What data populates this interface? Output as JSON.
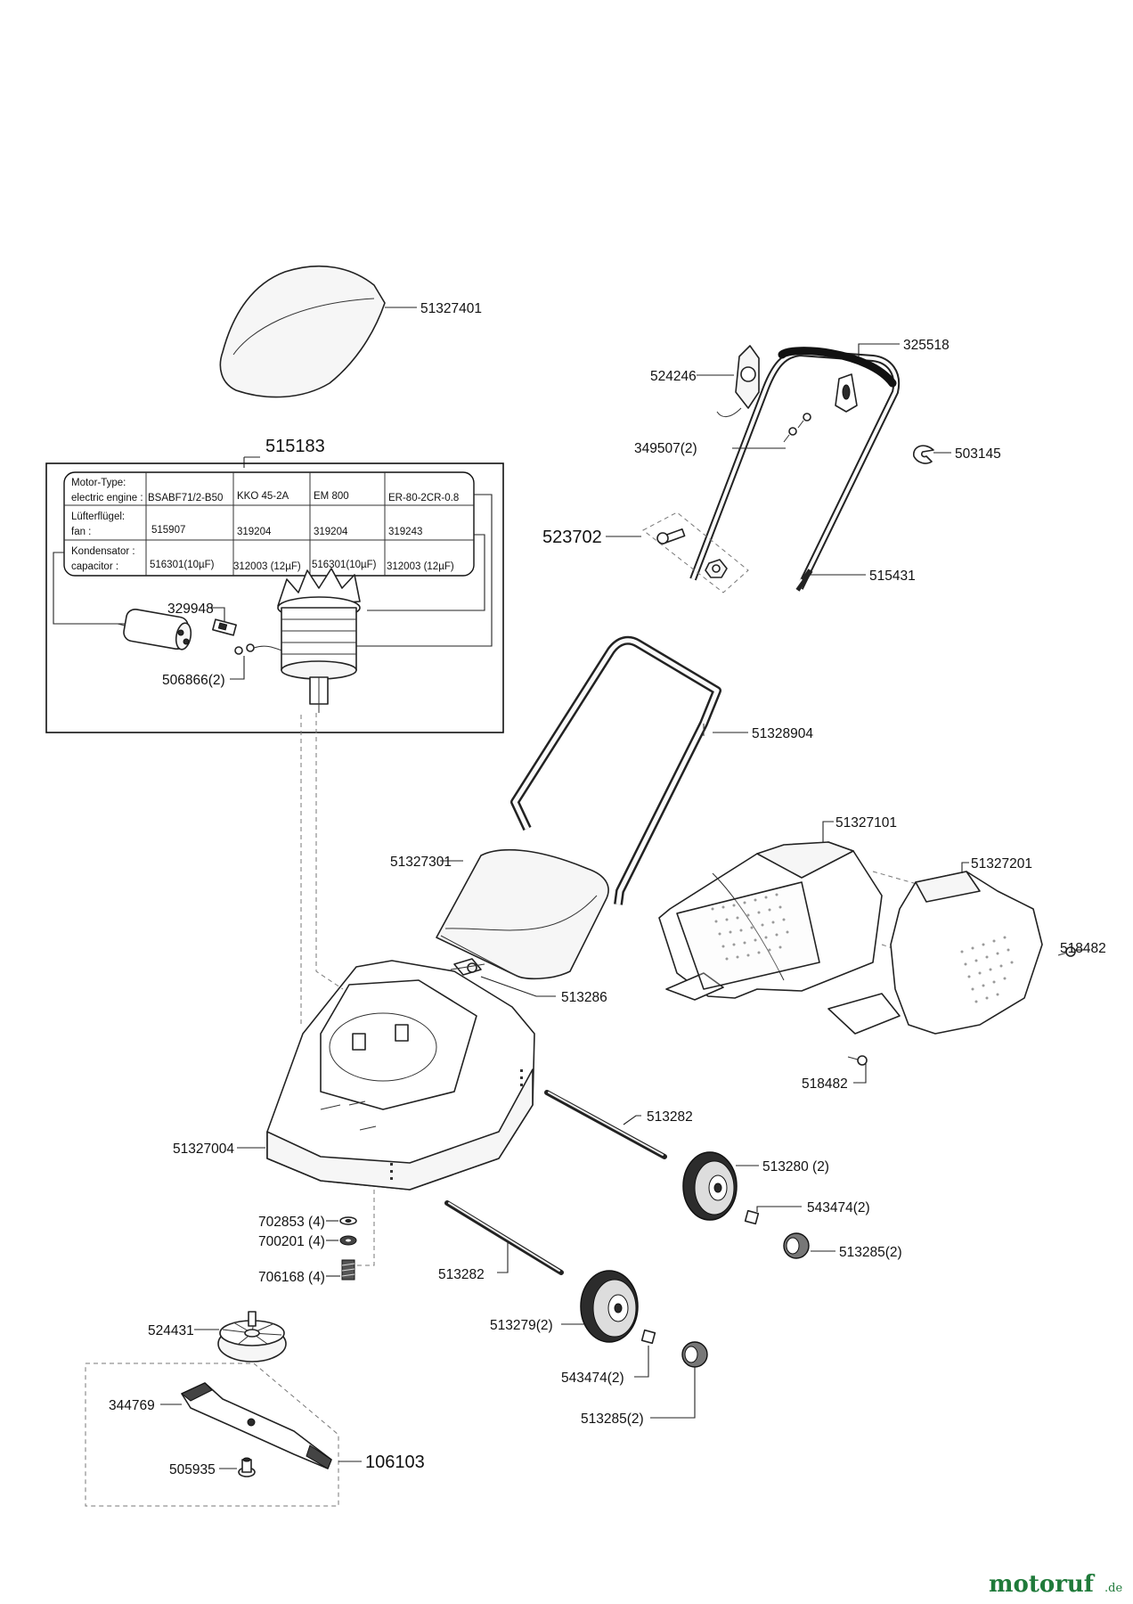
{
  "labels": {
    "cover_top": "51327401",
    "motor_group": "515183",
    "brush": "329948",
    "wire": "506866(2)",
    "switch": "524246",
    "upper_handle": "325518",
    "screw_pair": "349507(2)",
    "clip": "503145",
    "bolt_kit": "523702",
    "lower_handle": "515431",
    "handle_frame": "51328904",
    "catcher_top": "51327101",
    "hood": "51327301",
    "catcher_bottom": "51327201",
    "screw_right": "518482",
    "screw_lower": "518482",
    "latch": "513286",
    "deck": "51327004",
    "axle_rear": "513282",
    "wheel_rear": "513280 (2)",
    "hub_cap_rear": "543474(2)",
    "bush_rear": "513285(2)",
    "washer_a": "702853 (4)",
    "washer_b": "700201 (4)",
    "spring": "706168 (4)",
    "axle_front": "513282",
    "fan": "524431",
    "wheel_front": "513279(2)",
    "blade": "344769",
    "hub_cap_front": "543474(2)",
    "bush_front": "513285(2)",
    "blade_bolt": "505935",
    "blade_kit": "106103"
  },
  "motor_table": {
    "rows": [
      [
        "Motor-Type:",
        "electric engine :",
        "BSABF71/2-B50",
        "KKO 45-2A",
        "EM 800",
        "ER-80-2CR-0.8"
      ],
      [
        "Lüfterflügel:",
        "fan :",
        "515907",
        "319204",
        "319204",
        "319243"
      ],
      [
        "Kondensator :",
        "capacitor :",
        "516301(10µF)",
        "312003 (12µF)",
        "516301(10µF)",
        "312003 (12µF)"
      ]
    ]
  },
  "brand": {
    "name": "motoruf",
    "tld": ".de"
  }
}
